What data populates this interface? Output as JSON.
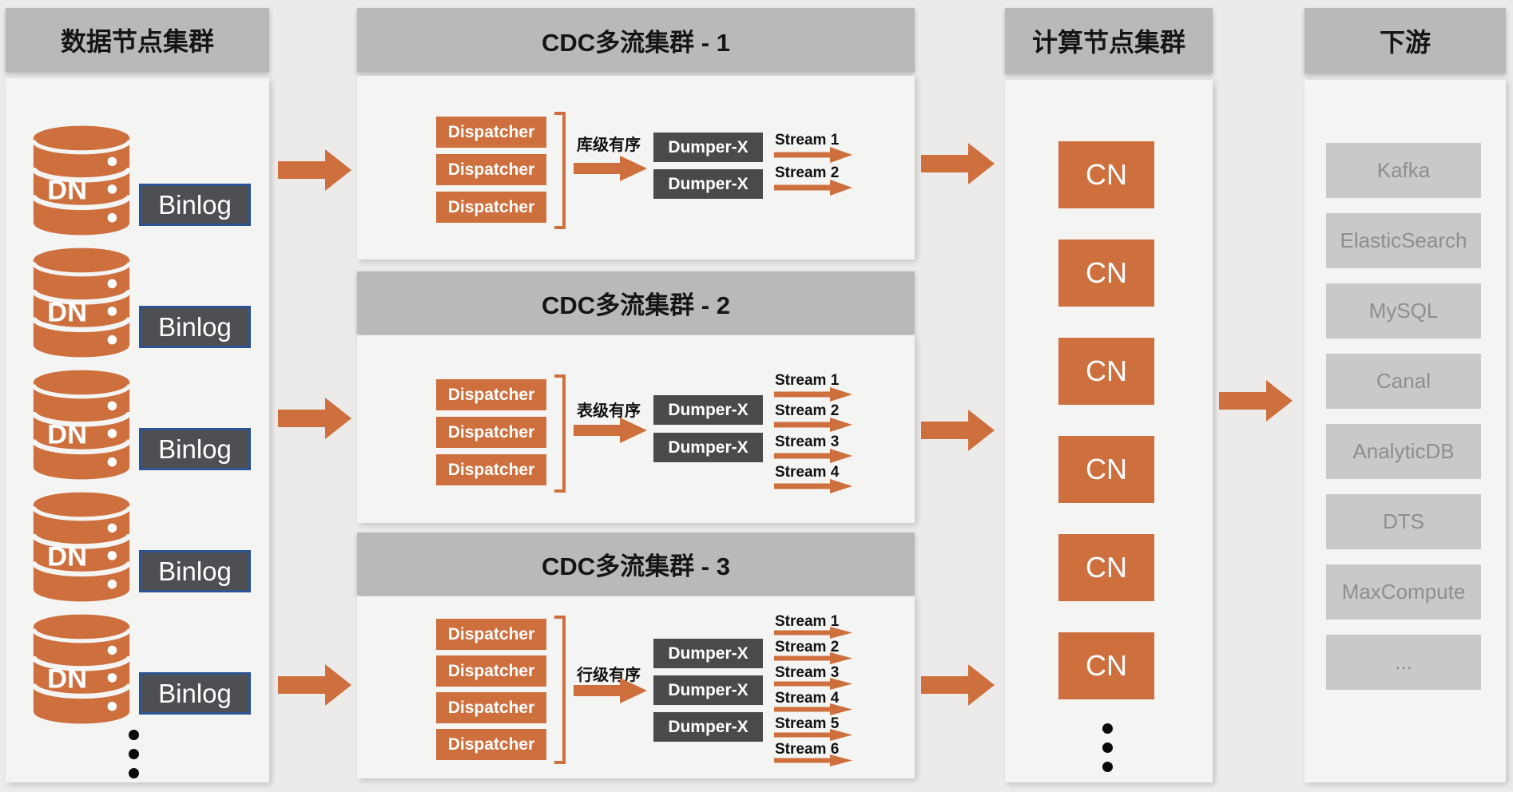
{
  "colors": {
    "accent_orange": "#CE6F3E",
    "dark_box": "#4A4A4B",
    "binlog_fill": "#4D4F53",
    "binlog_border": "#2E5395",
    "header_gray": "#B9B9B8",
    "panel_bg": "#F4F4F3",
    "page_bg": "#ECEBEA",
    "downstream_box": "#C9C9C8",
    "downstream_text": "#8E8E8D"
  },
  "data_nodes": {
    "title": "数据节点集群",
    "nodes": [
      {
        "db": "DN",
        "log": "Binlog"
      },
      {
        "db": "DN",
        "log": "Binlog"
      },
      {
        "db": "DN",
        "log": "Binlog"
      },
      {
        "db": "DN",
        "log": "Binlog"
      },
      {
        "db": "DN",
        "log": "Binlog"
      }
    ]
  },
  "cdc_clusters": [
    {
      "title": "CDC多流集群 - 1",
      "dispatchers": [
        "Dispatcher",
        "Dispatcher",
        "Dispatcher"
      ],
      "order_label": "库级有序",
      "dumpers": [
        "Dumper-X",
        "Dumper-X"
      ],
      "streams": [
        "Stream 1",
        "Stream 2"
      ]
    },
    {
      "title": "CDC多流集群 - 2",
      "dispatchers": [
        "Dispatcher",
        "Dispatcher",
        "Dispatcher"
      ],
      "order_label": "表级有序",
      "dumpers": [
        "Dumper-X",
        "Dumper-X"
      ],
      "streams": [
        "Stream 1",
        "Stream 2",
        "Stream 3",
        "Stream 4"
      ]
    },
    {
      "title": "CDC多流集群 - 3",
      "dispatchers": [
        "Dispatcher",
        "Dispatcher",
        "Dispatcher",
        "Dispatcher"
      ],
      "order_label": "行级有序",
      "dumpers": [
        "Dumper-X",
        "Dumper-X",
        "Dumper-X"
      ],
      "streams": [
        "Stream 1",
        "Stream 2",
        "Stream 3",
        "Stream 4",
        "Stream 5",
        "Stream 6"
      ]
    }
  ],
  "compute_nodes": {
    "title": "计算节点集群",
    "nodes": [
      "CN",
      "CN",
      "CN",
      "CN",
      "CN",
      "CN"
    ]
  },
  "downstream": {
    "title": "下游",
    "targets": [
      "Kafka",
      "ElasticSearch",
      "MySQL",
      "Canal",
      "AnalyticDB",
      "DTS",
      "MaxCompute",
      "..."
    ]
  }
}
